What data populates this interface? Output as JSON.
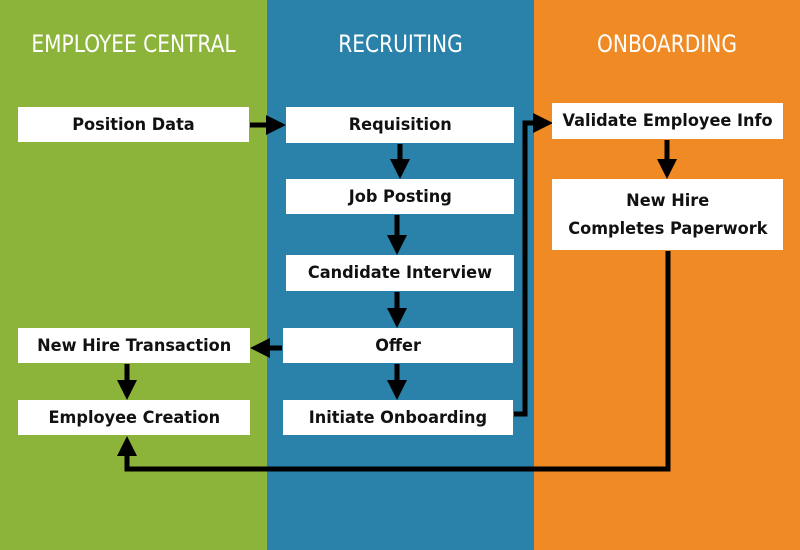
{
  "colors": {
    "employee_central": "#8cb43b",
    "recruiting": "#2a81a9",
    "onboarding": "#f08a24",
    "box": "#ffffff",
    "arrow": "#000000"
  },
  "columns": {
    "employee_central": {
      "title": "EMPLOYEE CENTRAL"
    },
    "recruiting": {
      "title": "RECRUITING"
    },
    "onboarding": {
      "title": "ONBOARDING"
    }
  },
  "boxes": {
    "position_data": "Position Data",
    "requisition": "Requisition",
    "job_posting": "Job Posting",
    "candidate_interview": "Candidate Interview",
    "offer": "Offer",
    "initiate_onboarding": "Initiate Onboarding",
    "validate_employee_info": "Validate Employee Info",
    "new_hire_paperwork_line1": "New Hire",
    "new_hire_paperwork_line2": "Completes Paperwork",
    "new_hire_transaction": "New Hire Transaction",
    "employee_creation": "Employee Creation"
  },
  "flow": [
    [
      "position_data",
      "requisition"
    ],
    [
      "requisition",
      "job_posting"
    ],
    [
      "job_posting",
      "candidate_interview"
    ],
    [
      "candidate_interview",
      "offer"
    ],
    [
      "offer",
      "new_hire_transaction"
    ],
    [
      "offer",
      "initiate_onboarding"
    ],
    [
      "initiate_onboarding",
      "validate_employee_info"
    ],
    [
      "validate_employee_info",
      "new_hire_paperwork"
    ],
    [
      "new_hire_paperwork",
      "employee_creation"
    ],
    [
      "new_hire_transaction",
      "employee_creation"
    ]
  ]
}
